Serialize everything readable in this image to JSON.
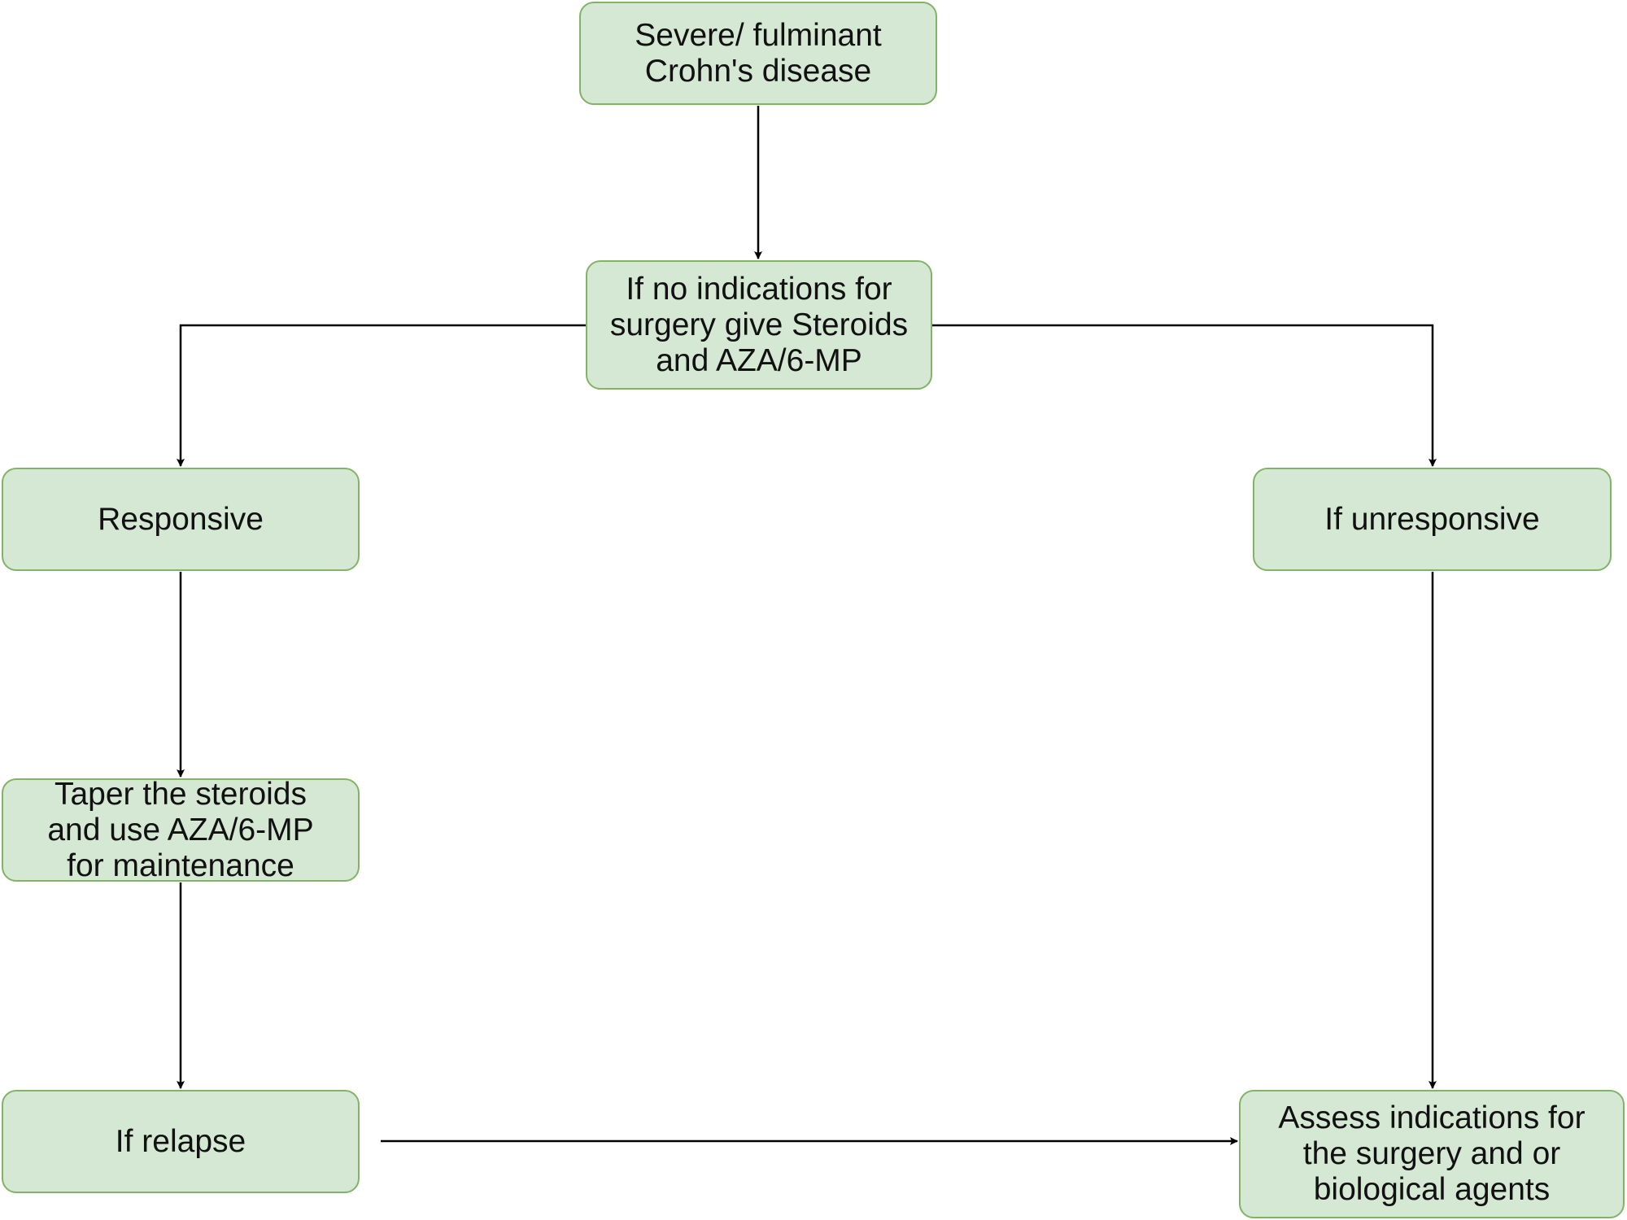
{
  "nodes": {
    "start": "Severe/ fulminant\nCrohn's disease",
    "steroids": "If no indications for\nsurgery give Steroids\nand AZA/6-MP",
    "responsive": "Responsive",
    "unresponsive": "If unresponsive",
    "taper": "Taper the steroids\nand use AZA/6-MP\nfor maintenance",
    "relapse": "If relapse",
    "assess": "Assess indications for\nthe surgery and or\nbiological agents"
  },
  "edges": [
    {
      "from": "start",
      "to": "steroids"
    },
    {
      "from": "steroids",
      "to": "responsive"
    },
    {
      "from": "steroids",
      "to": "unresponsive"
    },
    {
      "from": "responsive",
      "to": "taper"
    },
    {
      "from": "taper",
      "to": "relapse"
    },
    {
      "from": "unresponsive",
      "to": "assess"
    },
    {
      "from": "relapse",
      "to": "assess"
    }
  ],
  "colors": {
    "node_fill": "#d5e8d4",
    "node_border": "#82b366",
    "edge": "#000000",
    "text": "#111111"
  }
}
